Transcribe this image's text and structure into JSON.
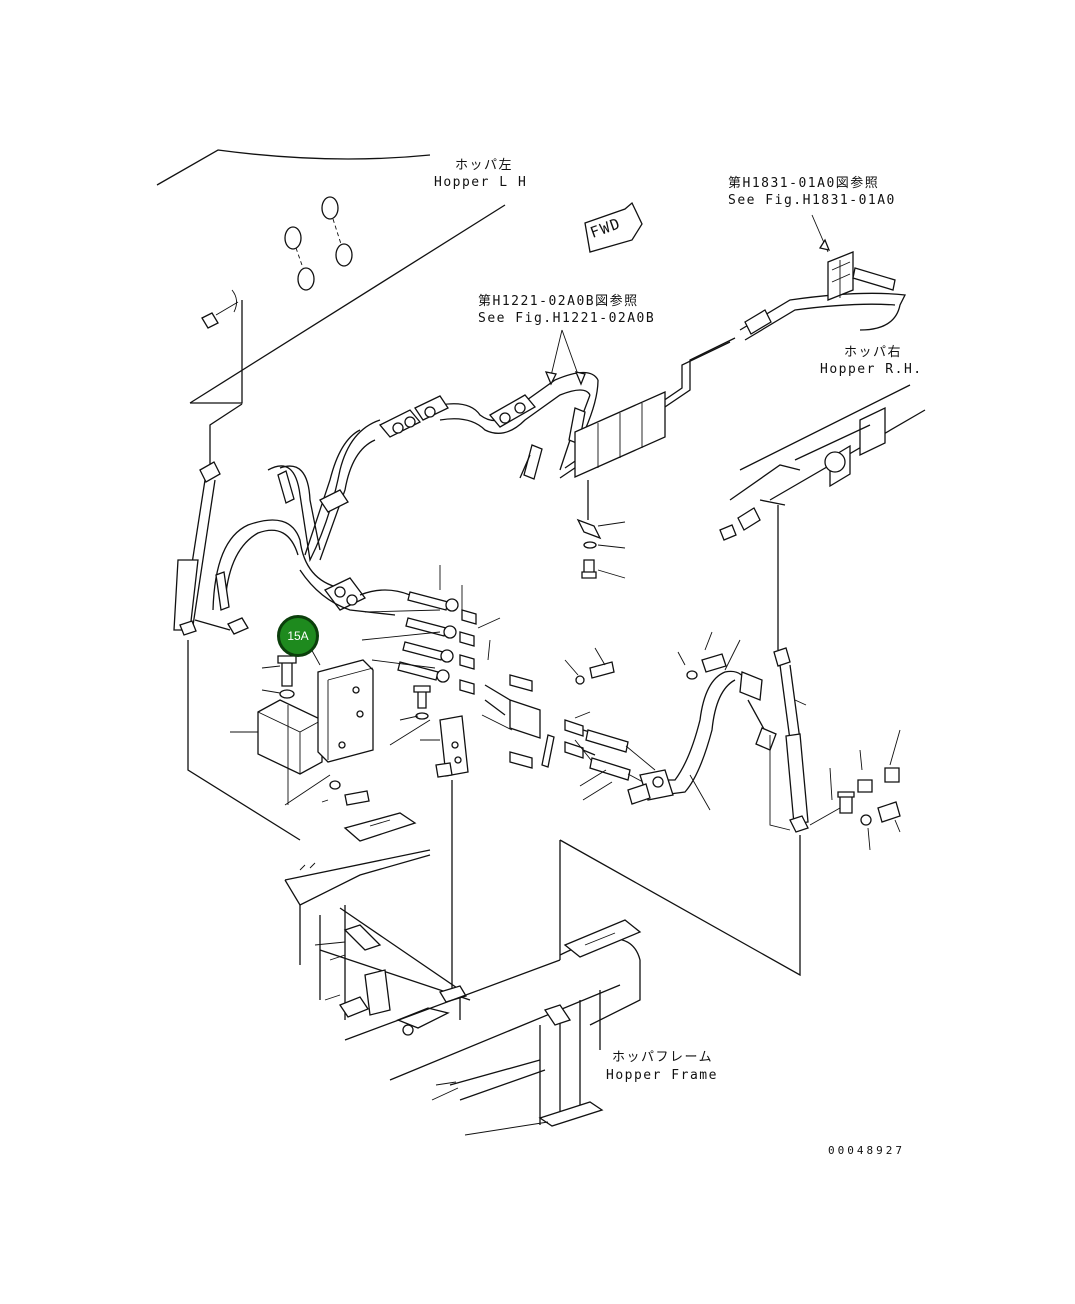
{
  "labels": {
    "hopper_lh_jp": "ホッパ左",
    "hopper_lh_en": "Hopper L H",
    "ref_h1831_jp": "第H1831-01A0図参照",
    "ref_h1831_en": "See Fig.H1831-01A0",
    "ref_h1221_jp": "第H1221-02A0B図参照",
    "ref_h1221_en": "See Fig.H1221-02A0B",
    "hopper_rh_jp": "ホッパ右",
    "hopper_rh_en": "Hopper R.H.",
    "hopper_frame_jp": "ホッパフレーム",
    "hopper_frame_en": "Hopper Frame",
    "fwd": "FWD",
    "drawing_number": "00048927"
  },
  "callout": {
    "label": "15A",
    "color": "#1e8a1e"
  }
}
